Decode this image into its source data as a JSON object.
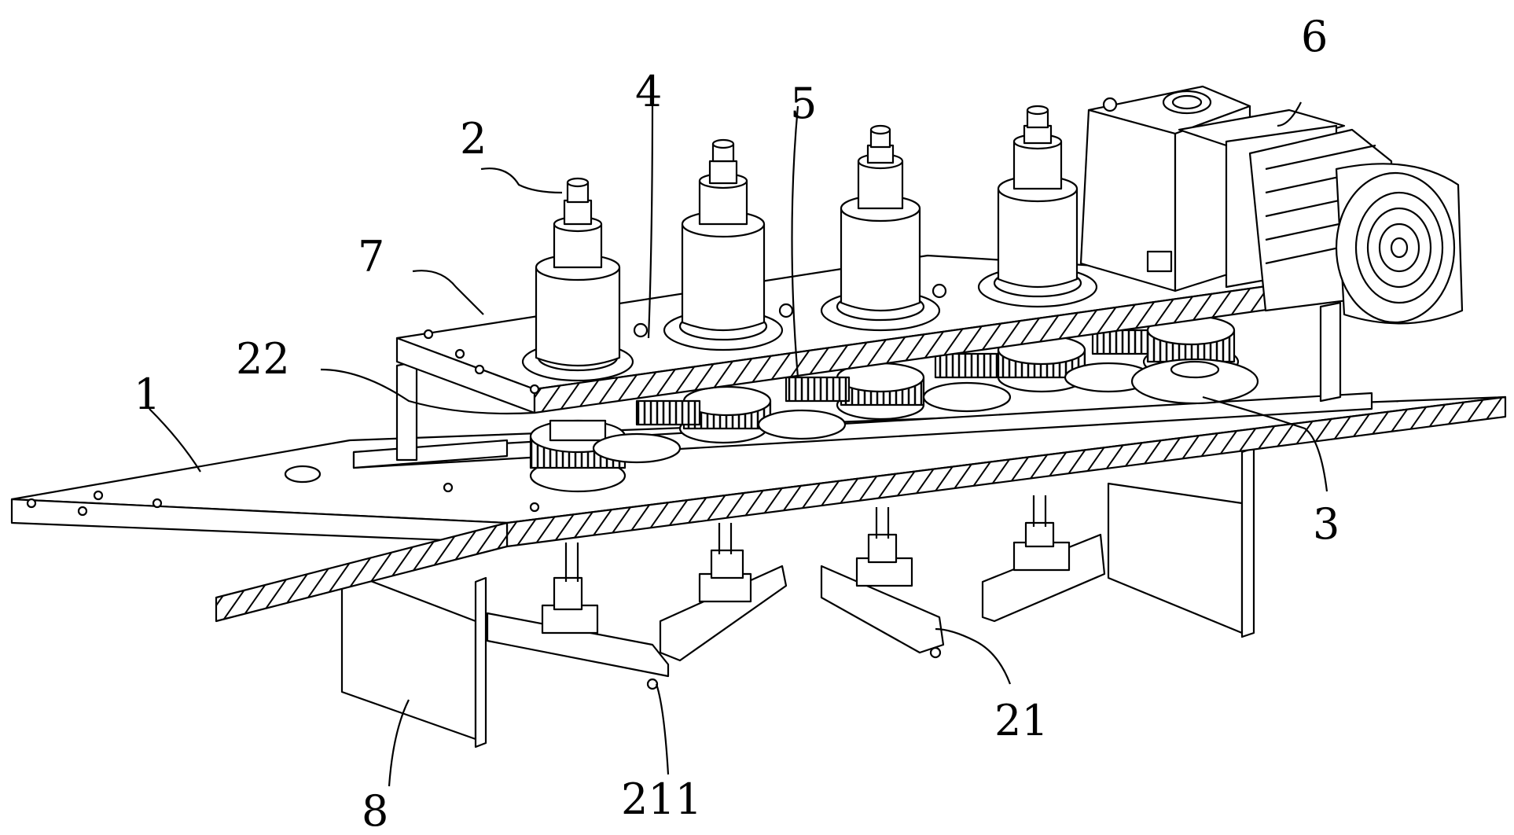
{
  "figure": {
    "labels": {
      "l1": "1",
      "l2": "2",
      "l3": "3",
      "l4": "4",
      "l5": "5",
      "l6": "6",
      "l7": "7",
      "l8": "8",
      "l21": "21",
      "l22": "22",
      "l211": "211"
    },
    "colors": {
      "stroke": "#000000",
      "fill": "#ffffff"
    }
  }
}
